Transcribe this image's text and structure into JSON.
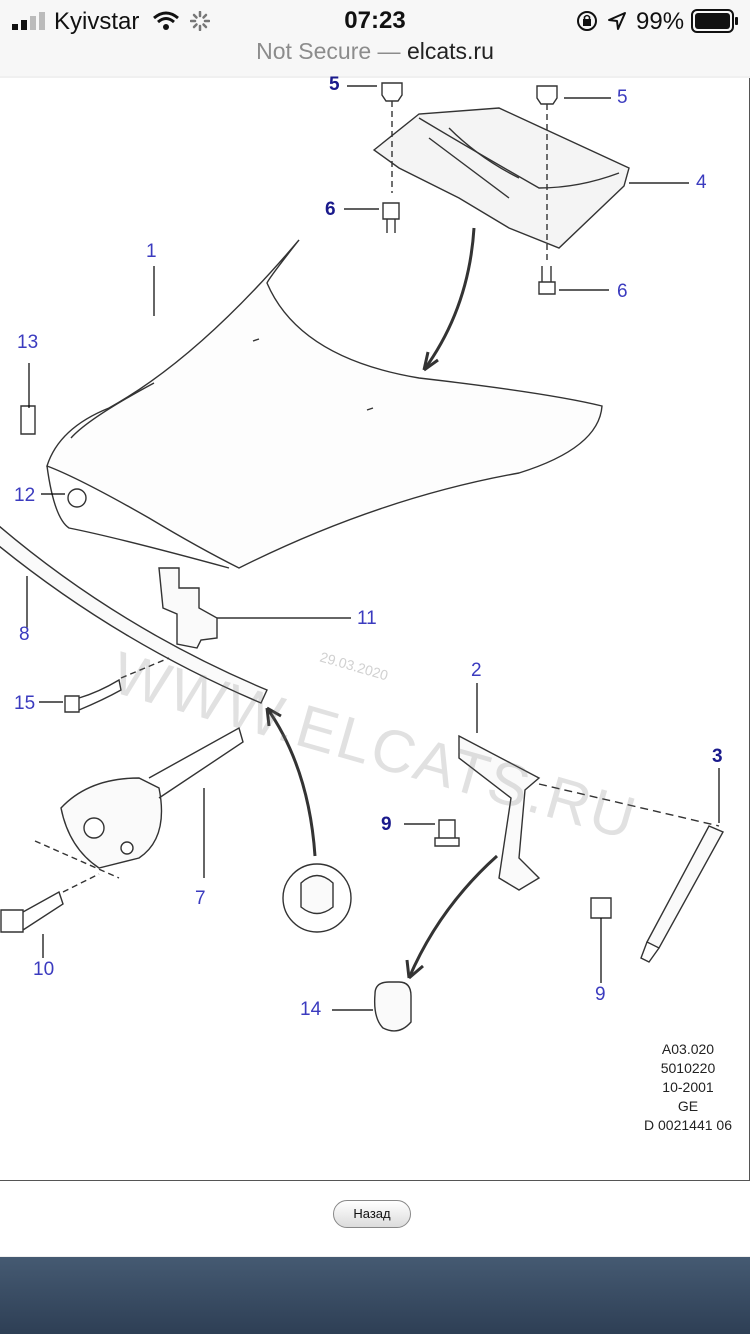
{
  "status_bar": {
    "carrier": "Kyivstar",
    "time": "07:23",
    "battery_percent": "99%"
  },
  "address_bar": {
    "security": "Not Secure",
    "separator": " — ",
    "domain": "elcats.ru"
  },
  "diagram": {
    "callouts": [
      "1",
      "2",
      "3",
      "4",
      "5",
      "5",
      "6",
      "6",
      "7",
      "8",
      "9",
      "9",
      "10",
      "11",
      "12",
      "13",
      "14",
      "15"
    ],
    "watermark": "WWW.ELCATS.RU",
    "watermark_date": "29.03.2020",
    "ref_code": [
      "A03.020",
      "5010220",
      "10-2001",
      "GE",
      "D 0021441 06"
    ]
  },
  "back_button": {
    "label": "Назад"
  },
  "colors": {
    "label": "#3b3bbf",
    "label_dark": "#1a1a8c"
  }
}
